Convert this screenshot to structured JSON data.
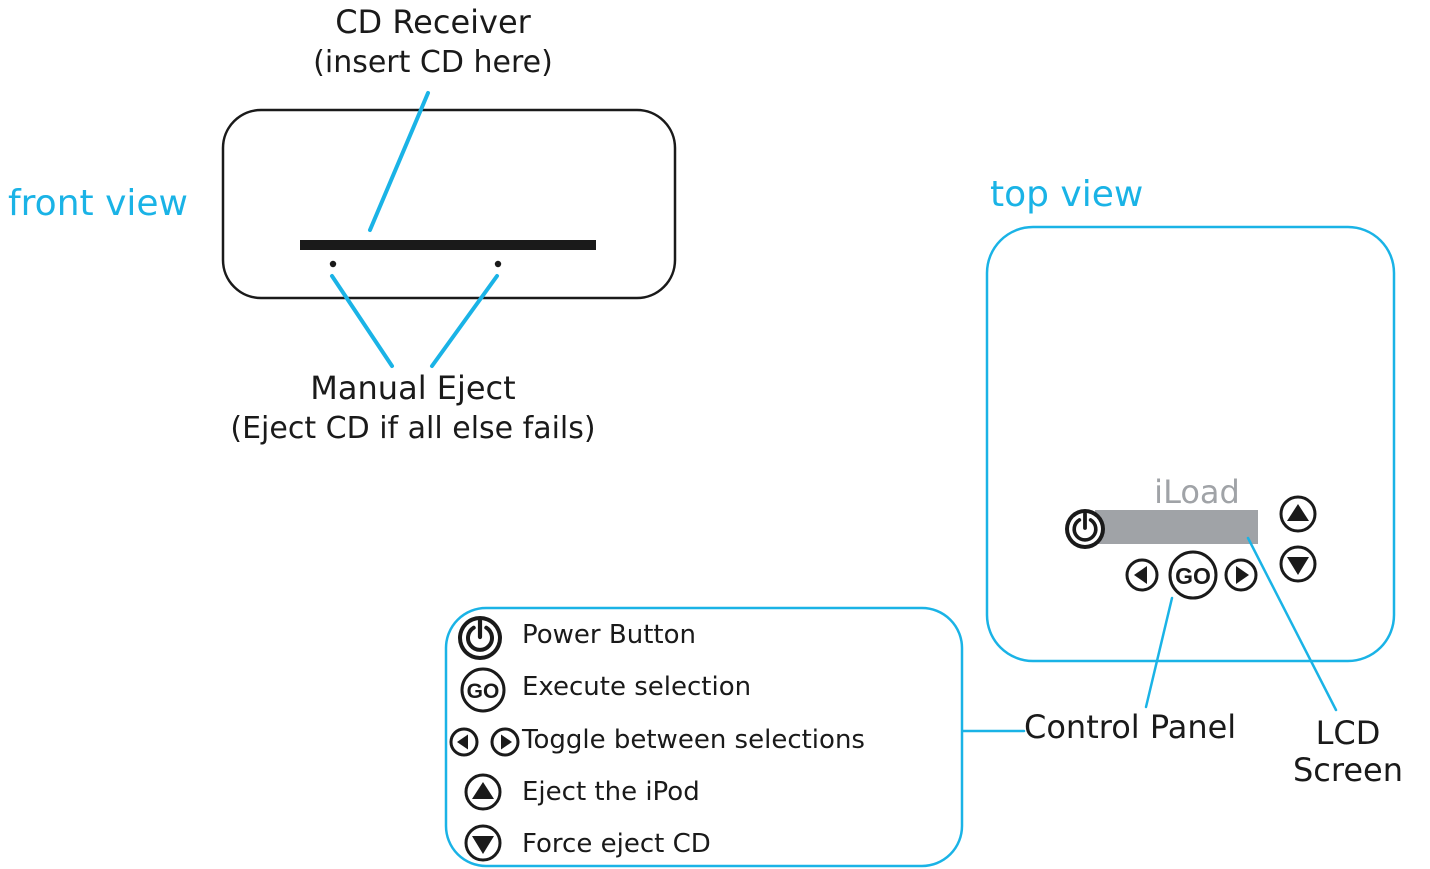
{
  "front_view": {
    "title": "front view",
    "cd_receiver": {
      "title": "CD Receiver",
      "note": "(insert CD here)"
    },
    "manual_eject": {
      "title": "Manual Eject",
      "note": "(Eject CD if all else fails)"
    }
  },
  "top_view": {
    "title": "top view",
    "brand": "iLoad",
    "go_label": "GO",
    "callouts": {
      "control_panel": "Control Panel",
      "lcd_line1": "LCD",
      "lcd_line2": "Screen"
    }
  },
  "legend": {
    "items": [
      {
        "icon": "power-icon",
        "label": "Power Button"
      },
      {
        "icon": "go-icon",
        "label": "Execute selection",
        "icon_text": "GO"
      },
      {
        "icon": "left-right-arrows-icon",
        "label": "Toggle between selections"
      },
      {
        "icon": "up-arrow-icon",
        "label": "Eject the iPod"
      },
      {
        "icon": "down-arrow-icon",
        "label": "Force eject CD"
      }
    ]
  },
  "colors": {
    "accent": "#1ab3e6",
    "outline": "#1a1a1a",
    "lcd": "#a0a3a7"
  }
}
